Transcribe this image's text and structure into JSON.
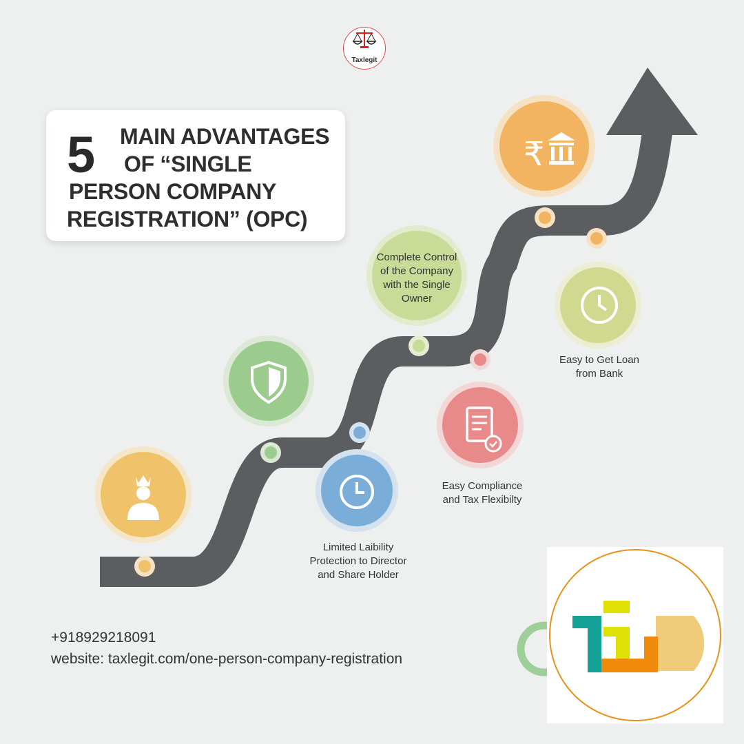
{
  "brand": {
    "name": "Taxlegit"
  },
  "title": {
    "number": "5",
    "line1": "MAIN ADVANTAGES",
    "line2": "OF “SINGLE",
    "line3": "PERSON COMPANY",
    "line4": "REGISTRATION” (OPC)"
  },
  "advantages": [
    {
      "label_lines": [
        "Complete Control",
        "of the Company",
        "with the Single",
        "Owner"
      ],
      "icon": "pie-control-icon",
      "color": "#c8dc98"
    },
    {
      "label_lines": [
        "Easy to Get Loan",
        "from Bank"
      ],
      "icon": "clock-icon",
      "color": "#cfd98f"
    },
    {
      "label_lines": [
        "Easy Compliance",
        "and Tax Flexibilty"
      ],
      "icon": "document-check-icon",
      "color": "#e98a8a"
    },
    {
      "label_lines": [
        "Limited Laibility",
        "Protection to Director",
        "and Share Holder"
      ],
      "icon": "clock-icon",
      "color": "#7aaed8"
    },
    {
      "icon": "crown-person-icon",
      "color": "#f0c36a"
    },
    {
      "icon": "shield-icon",
      "color": "#9ccb8e"
    },
    {
      "icon": "rupee-bank-icon",
      "color": "#f2b461"
    }
  ],
  "footer": {
    "phone": "+918929218091",
    "website": "website: taxlegit.com/one-person-company-registration"
  },
  "watermark": {
    "text": "TGD"
  }
}
